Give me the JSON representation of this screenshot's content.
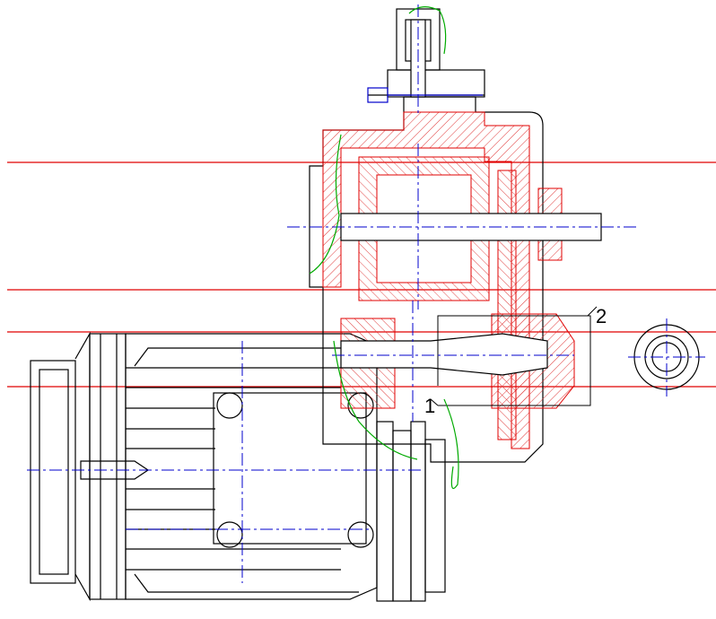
{
  "drawing": {
    "callouts": [
      {
        "id": "callout-1",
        "text": "1"
      },
      {
        "id": "callout-2",
        "text": "2"
      }
    ],
    "colors": {
      "outline": "#000000",
      "section_red": "#e00000",
      "centerline_blue": "#0000cc",
      "break_green": "#00aa00",
      "hatch_red": "#e03a3a"
    }
  }
}
